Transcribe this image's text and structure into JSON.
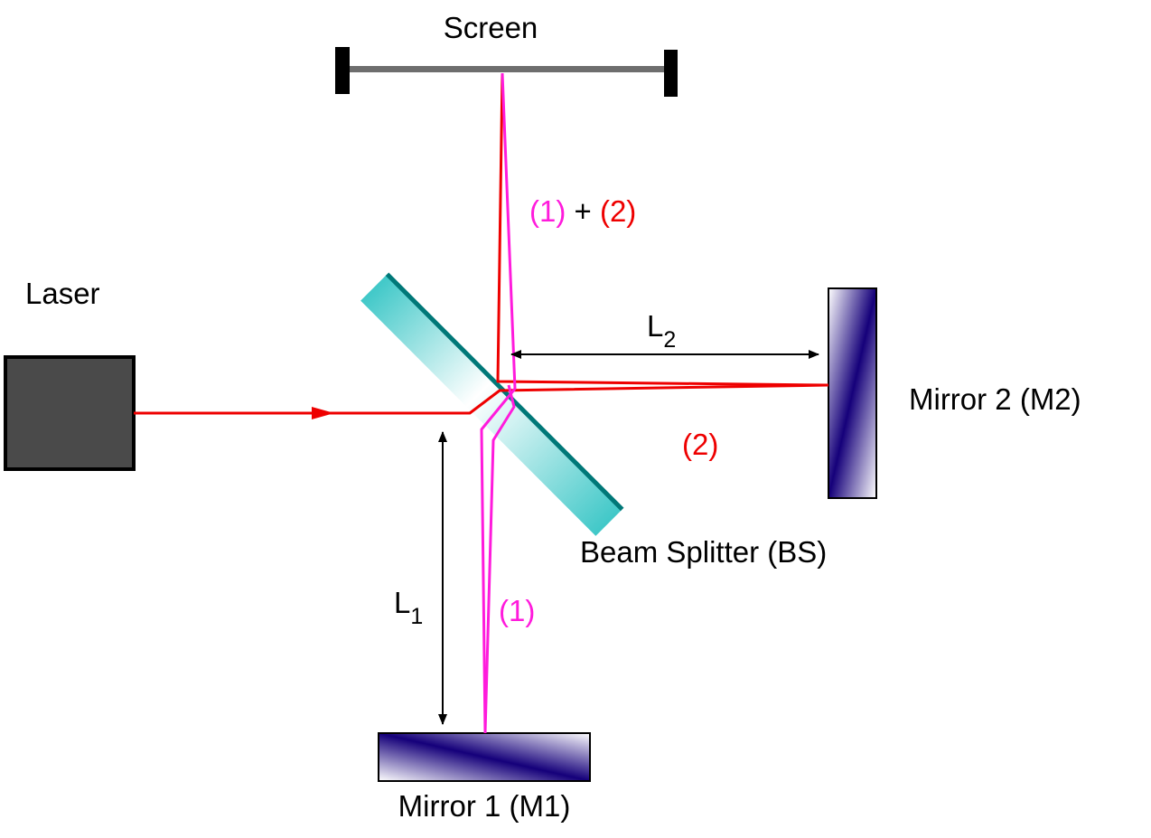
{
  "labels": {
    "screen": "Screen",
    "laser": "Laser",
    "beam_splitter": "Beam Splitter (BS)",
    "mirror1": "Mirror 1 (M1)",
    "mirror2": "Mirror 2 (M2)",
    "l1_main": "L",
    "l1_sub": "1",
    "l2_main": "L",
    "l2_sub": "2",
    "beam1": "(1)",
    "beam2": "(2)",
    "combined_beam1": "(1)",
    "combined_plus": "+",
    "combined_beam2": "(2)"
  },
  "colors": {
    "beam1": "#ff1bdc",
    "beam2": "#ee0000",
    "laser_body": "#4a4a4a",
    "mirror_dark": "#15007a",
    "splitter": "#40c8c8",
    "splitter_edge": "#007878",
    "screen_bar": "#6e6e6e",
    "text": "#000000"
  }
}
